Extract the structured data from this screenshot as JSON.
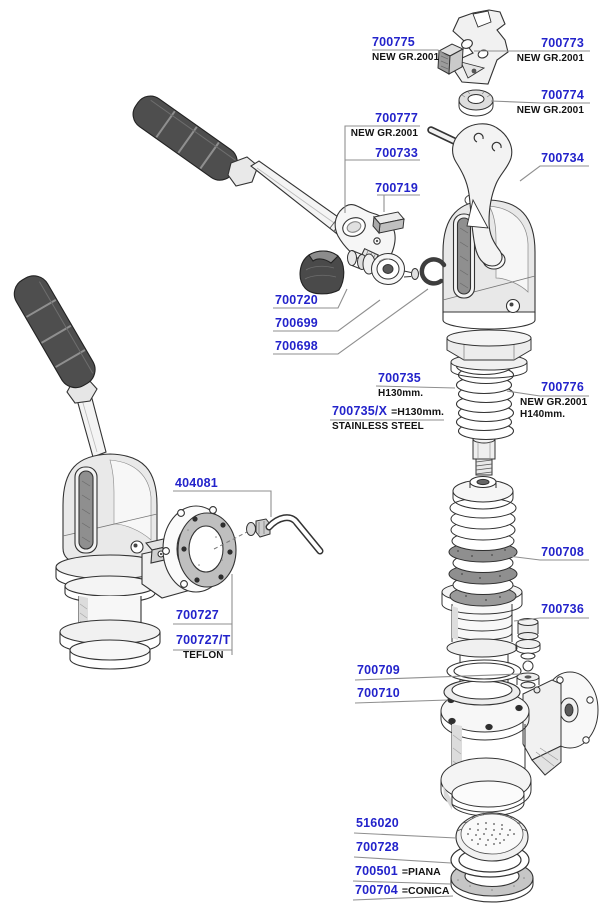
{
  "colors": {
    "part_number_blue": "#2323cb",
    "sub_text": "#121212",
    "leader_gray": "#8f8f8f",
    "line_art": "#333333",
    "background": "#ffffff"
  },
  "labels": [
    {
      "num": "700775",
      "sub": "NEW GR.2001"
    },
    {
      "num": "700773",
      "sub": "NEW GR.2001"
    },
    {
      "num": "700774",
      "sub": "NEW GR.2001"
    },
    {
      "num": "700777",
      "sub": "NEW GR.2001"
    },
    {
      "num": "700733"
    },
    {
      "num": "700719"
    },
    {
      "num": "700734"
    },
    {
      "num": "700720"
    },
    {
      "num": "700699"
    },
    {
      "num": "700698"
    },
    {
      "num": "700735",
      "sub": "H130mm."
    },
    {
      "num": "700776",
      "sub": "NEW GR.2001",
      "sub2": "H140mm."
    },
    {
      "num": "700735/X",
      "suffix": "=H130mm.",
      "sub": "STAINLESS STEEL"
    },
    {
      "num": "404081"
    },
    {
      "num": "700708"
    },
    {
      "num": "700736"
    },
    {
      "num": "700727"
    },
    {
      "num": "700727/T",
      "sub": "TEFLON"
    },
    {
      "num": "700709"
    },
    {
      "num": "700710"
    },
    {
      "num": "516020"
    },
    {
      "num": "700728"
    },
    {
      "num": "700501",
      "suffix": "=PIANA"
    },
    {
      "num": "700704",
      "suffix": "=CONICA"
    }
  ]
}
